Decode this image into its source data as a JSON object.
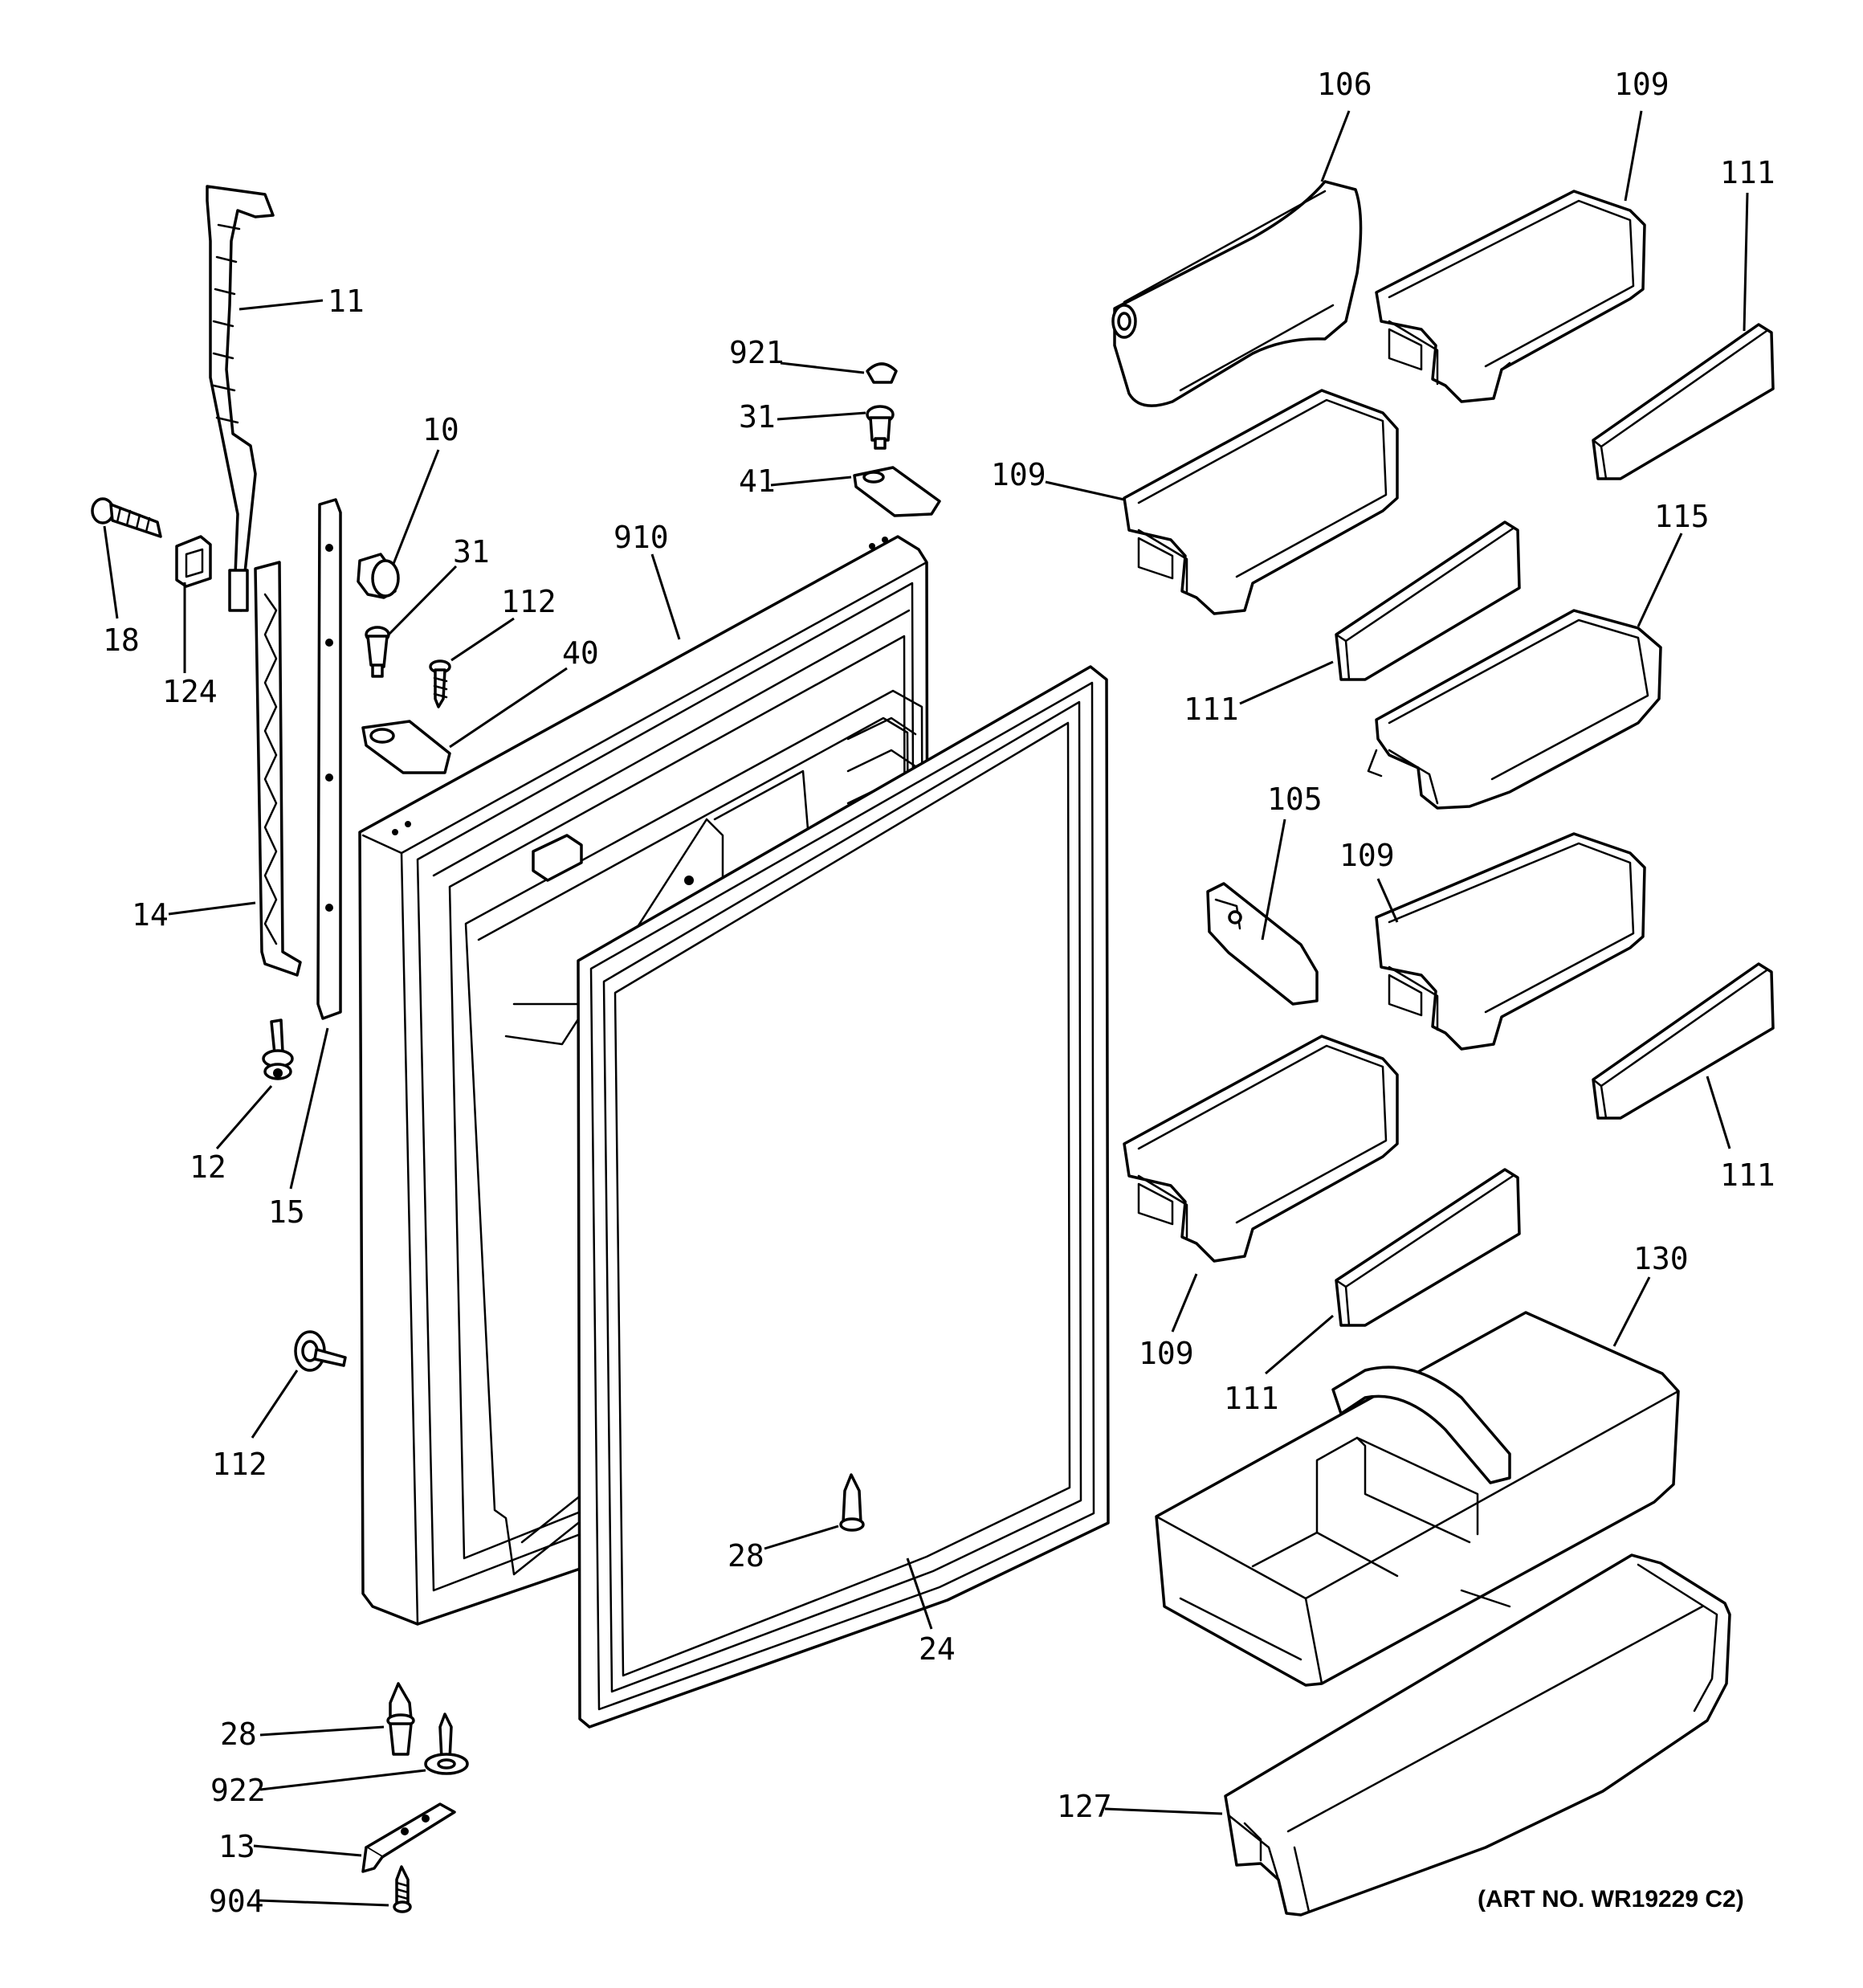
{
  "diagram": {
    "art_number": "(ART NO. WR19229 C2)",
    "callouts": {
      "p106": "106",
      "p109_top": "109",
      "p111_top": "111",
      "p11": "11",
      "p921": "921",
      "p31_top": "31",
      "p41": "41",
      "p10": "10",
      "p109_mid": "109",
      "p910": "910",
      "p31_left": "31",
      "p112_top": "112",
      "p115": "115",
      "p18": "18",
      "p124": "124",
      "p40": "40",
      "p111_mid": "111",
      "p105": "105",
      "p109_r2": "109",
      "p14": "14",
      "p12": "12",
      "p15": "15",
      "p111_r2": "111",
      "p130": "130",
      "p109_bot": "109",
      "p111_bot": "111",
      "p112_bot": "112",
      "p28_mid": "28",
      "p24": "24",
      "p28_bot": "28",
      "p922": "922",
      "p127": "127",
      "p13": "13",
      "p904": "904"
    }
  }
}
